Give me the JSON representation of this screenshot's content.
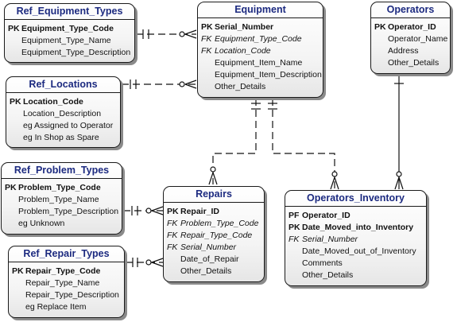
{
  "entities": {
    "ref_equipment_types": {
      "title": "Ref_Equipment_Types",
      "rows": [
        {
          "key": "PK",
          "name": "Equipment_Type_Code",
          "type": "pk"
        },
        {
          "key": "",
          "name": "Equipment_Type_Name",
          "type": ""
        },
        {
          "key": "",
          "name": "Equipment_Type_Description",
          "type": ""
        }
      ]
    },
    "equipment": {
      "title": "Equipment",
      "rows": [
        {
          "key": "PK",
          "name": "Serial_Number",
          "type": "pk"
        },
        {
          "key": "FK",
          "name": "Equipment_Type_Code",
          "type": "fk"
        },
        {
          "key": "FK",
          "name": "Location_Code",
          "type": "fk"
        },
        {
          "key": "",
          "name": "Equipment_Item_Name",
          "type": ""
        },
        {
          "key": "",
          "name": "Equipment_Item_Description",
          "type": ""
        },
        {
          "key": "",
          "name": "Other_Details",
          "type": ""
        }
      ]
    },
    "operators": {
      "title": "Operators",
      "rows": [
        {
          "key": "PK",
          "name": "Operator_ID",
          "type": "pk"
        },
        {
          "key": "",
          "name": "Operator_Name",
          "type": ""
        },
        {
          "key": "",
          "name": "Address",
          "type": ""
        },
        {
          "key": "",
          "name": "Other_Details",
          "type": ""
        }
      ]
    },
    "ref_locations": {
      "title": "Ref_Locations",
      "rows": [
        {
          "key": "PK",
          "name": "Location_Code",
          "type": "pk"
        },
        {
          "key": "",
          "name": "Location_Description",
          "type": ""
        },
        {
          "key": "",
          "name": "eg Assigned to Operator",
          "type": ""
        },
        {
          "key": "",
          "name": "eg In Shop as Spare",
          "type": ""
        }
      ]
    },
    "ref_problem_types": {
      "title": "Ref_Problem_Types",
      "rows": [
        {
          "key": "PK",
          "name": "Problem_Type_Code",
          "type": "pk"
        },
        {
          "key": "",
          "name": "Problem_Type_Name",
          "type": ""
        },
        {
          "key": "",
          "name": "Problem_Type_Description",
          "type": ""
        },
        {
          "key": "",
          "name": "eg Unknown",
          "type": ""
        }
      ]
    },
    "repairs": {
      "title": "Repairs",
      "rows": [
        {
          "key": "PK",
          "name": "Repair_ID",
          "type": "pk"
        },
        {
          "key": "FK",
          "name": "Problem_Type_Code",
          "type": "fk"
        },
        {
          "key": "FK",
          "name": "Repair_Type_Code",
          "type": "fk"
        },
        {
          "key": "FK",
          "name": "Serial_Number",
          "type": "fk"
        },
        {
          "key": "",
          "name": "Date_of_Repair",
          "type": ""
        },
        {
          "key": "",
          "name": "Other_Details",
          "type": ""
        }
      ]
    },
    "operators_inventory": {
      "title": "Operators_Inventory",
      "rows": [
        {
          "key": "PF",
          "name": "Operator_ID",
          "type": "pk"
        },
        {
          "key": "PK",
          "name": "Date_Moved_into_Inventory",
          "type": "pk"
        },
        {
          "key": "FK",
          "name": "Serial_Number",
          "type": "fk"
        },
        {
          "key": "",
          "name": "Date_Moved_out_of_Inventory",
          "type": ""
        },
        {
          "key": "",
          "name": "Comments",
          "type": ""
        },
        {
          "key": "",
          "name": "Other_Details",
          "type": ""
        }
      ]
    },
    "ref_repair_types": {
      "title": "Ref_Repair_Types",
      "rows": [
        {
          "key": "PK",
          "name": "Repair_Type_Code",
          "type": "pk"
        },
        {
          "key": "",
          "name": "Repair_Type_Name",
          "type": ""
        },
        {
          "key": "",
          "name": "Repair_Type_Description",
          "type": ""
        },
        {
          "key": "",
          "name": "eg Replace Item",
          "type": ""
        }
      ]
    }
  },
  "relationships": [
    {
      "from": "Ref_Equipment_Types",
      "to": "Equipment",
      "parent_end": "one",
      "child_end": "zero-or-many"
    },
    {
      "from": "Ref_Locations",
      "to": "Equipment",
      "parent_end": "one",
      "child_end": "zero-or-many"
    },
    {
      "from": "Equipment",
      "to": "Repairs",
      "parent_end": "one",
      "child_end": "zero-or-many"
    },
    {
      "from": "Equipment",
      "to": "Operators_Inventory",
      "parent_end": "one",
      "child_end": "zero-or-many"
    },
    {
      "from": "Operators",
      "to": "Operators_Inventory",
      "parent_end": "one",
      "child_end": "zero-or-many"
    },
    {
      "from": "Ref_Problem_Types",
      "to": "Repairs",
      "parent_end": "one",
      "child_end": "zero-or-many"
    },
    {
      "from": "Ref_Repair_Types",
      "to": "Repairs",
      "parent_end": "one",
      "child_end": "zero-or-many"
    }
  ]
}
